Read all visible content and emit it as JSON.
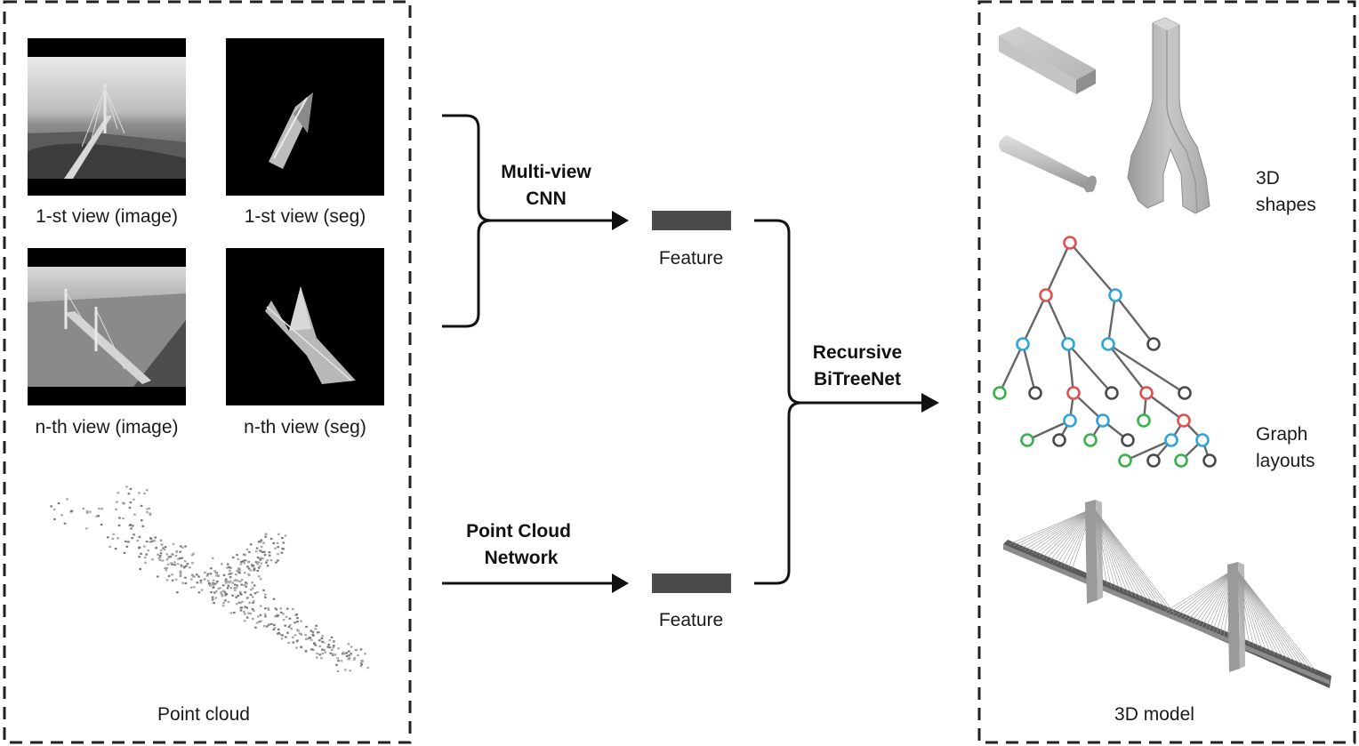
{
  "input_panel": {
    "view1_image_caption": "1-st view (image)",
    "view1_seg_caption": "1-st view (seg)",
    "viewn_image_caption": "n-th view (image)",
    "viewn_seg_caption": "n-th view (seg)",
    "point_cloud_caption": "Point cloud"
  },
  "pipeline": {
    "multiview_line1": "Multi-view",
    "multiview_line2": "CNN",
    "pointcloud_line1": "Point Cloud",
    "pointcloud_line2": "Network",
    "feature_top": "Feature",
    "feature_bottom": "Feature",
    "recursive_line1": "Recursive",
    "recursive_line2": "BiTreeNet"
  },
  "output_panel": {
    "shapes_line1": "3D",
    "shapes_line2": "shapes",
    "graph_line1": "Graph",
    "graph_line2": "layouts",
    "model_caption": "3D model"
  },
  "colors": {
    "node_red": "#e0504f",
    "node_blue": "#2ea5dc",
    "node_green": "#36b24a",
    "node_gray": "#4a4a4a",
    "feature_bar": "#4a4a4a",
    "dashed_border": "#222222"
  }
}
